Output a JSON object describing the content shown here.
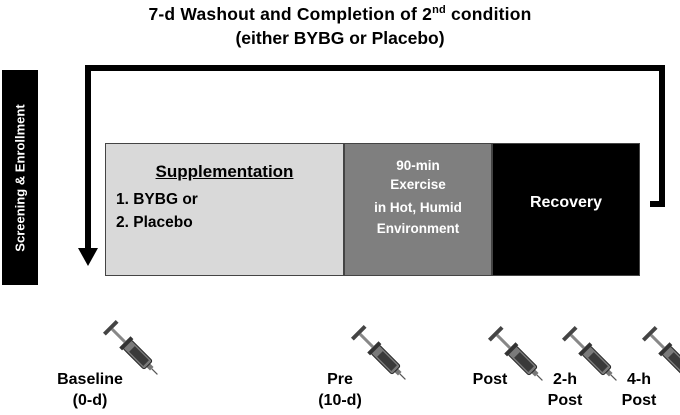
{
  "title": {
    "line1_prefix": "7-d Washout and Completion of 2",
    "line1_sup": "nd",
    "line1_suffix": " condition",
    "line2": "(either  BYBG or Placebo)"
  },
  "sidebar": {
    "label": "Screening & Enrollment"
  },
  "stages": {
    "supplementation": {
      "heading": "Supplementation",
      "items": [
        "1.  BYBG or",
        "2.  Placebo"
      ]
    },
    "exercise": {
      "lines": [
        "90-min",
        "Exercise",
        "in Hot, Humid",
        "Environment"
      ]
    },
    "recovery": {
      "label": "Recovery"
    }
  },
  "timepoints": [
    {
      "line1": "Baseline",
      "line2": "(0-d)"
    },
    {
      "line1": "Pre",
      "line2": "(10-d)"
    },
    {
      "line1": "Post",
      "line2": ""
    },
    {
      "line1": "2-h",
      "line2": "Post"
    },
    {
      "line1": "4-h",
      "line2": "Post"
    }
  ],
  "colors": {
    "supplementation": "#d9d9d9",
    "exercise": "#7f7f7f",
    "recovery": "#000000",
    "sidebar": "#000000",
    "arrow": "#000000"
  },
  "icons": {
    "timepoint_marker": "syringe-icon"
  }
}
